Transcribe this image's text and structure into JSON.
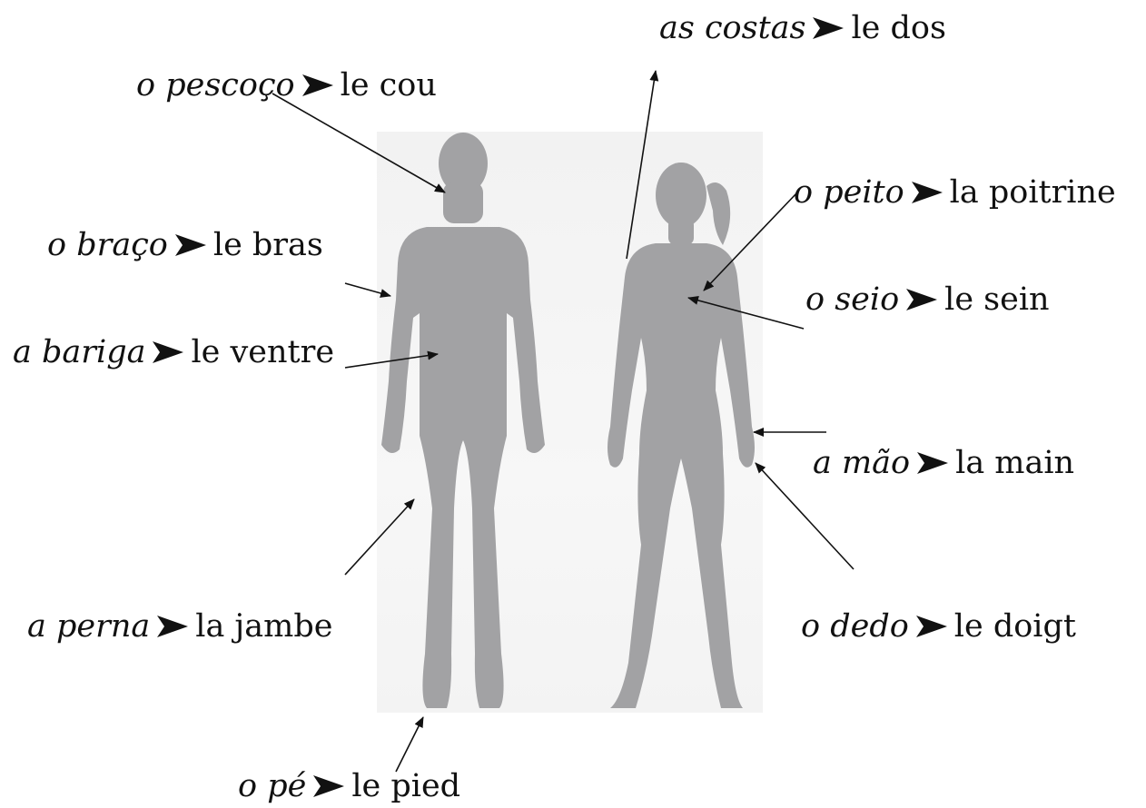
{
  "colors": {
    "silhouette": "#a2a2a4",
    "text": "#111111",
    "line": "#111111",
    "panel": "#f3f3f3"
  },
  "separator_icon": "black-right-arrowhead",
  "labels": [
    {
      "id": "neck",
      "pt": "o pescoço",
      "fr": "le cou"
    },
    {
      "id": "back",
      "pt": "as costas",
      "fr": "le dos"
    },
    {
      "id": "chest",
      "pt": "o peito",
      "fr": "la poitrine"
    },
    {
      "id": "arm",
      "pt": "o braço",
      "fr": "le bras"
    },
    {
      "id": "breast",
      "pt": "o seio",
      "fr": "le sein"
    },
    {
      "id": "belly",
      "pt": "a bariga",
      "fr": "le ventre"
    },
    {
      "id": "hand",
      "pt": "a mão",
      "fr": "la main"
    },
    {
      "id": "leg",
      "pt": "a perna",
      "fr": "la jambe"
    },
    {
      "id": "finger",
      "pt": "o dedo",
      "fr": "le doigt"
    },
    {
      "id": "foot",
      "pt": "o pé",
      "fr": "le pied"
    }
  ]
}
